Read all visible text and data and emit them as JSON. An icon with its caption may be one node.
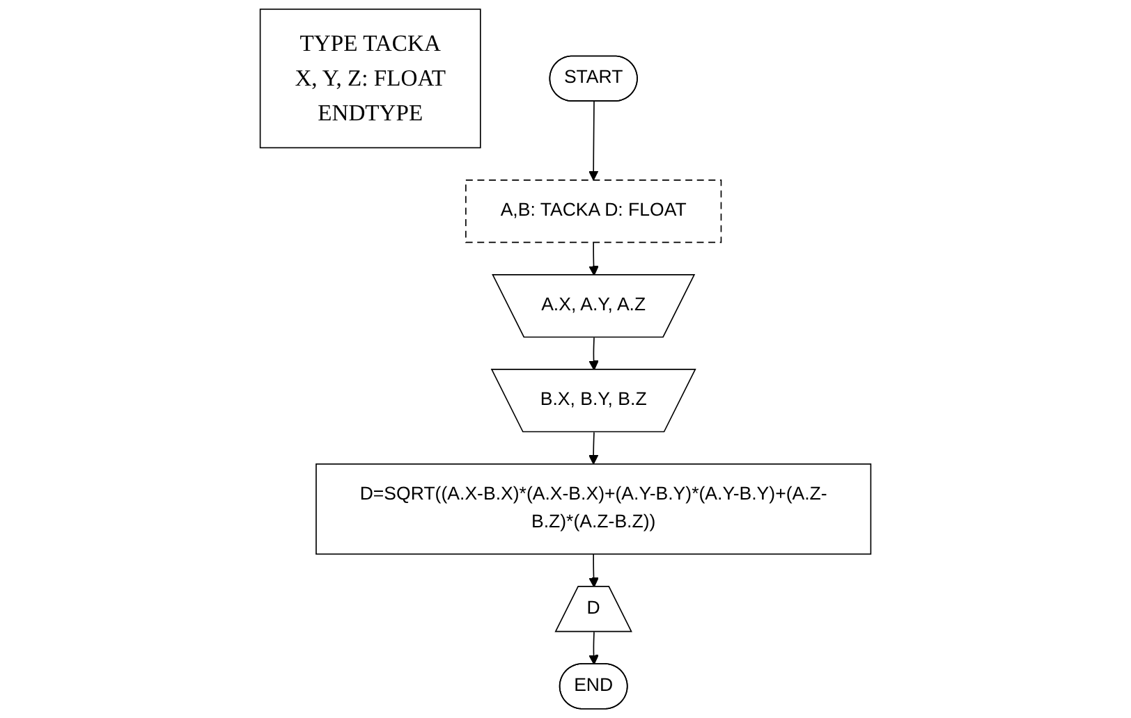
{
  "diagram": {
    "nodes": [
      {
        "text": [
          "TYPE TACKA",
          "X, Y, Z: FLOAT",
          "ENDTYPE"
        ]
      },
      {
        "text": [
          "START"
        ]
      },
      {
        "text": [
          "A,B: TACKA D: FLOAT"
        ]
      },
      {
        "text": [
          "A.X, A.Y, A.Z"
        ]
      },
      {
        "text": [
          "B.X, B.Y, B.Z"
        ]
      },
      {
        "text": [
          "D=SQRT((A.X-B.X)*(A.X-B.X)+(A.Y-B.Y)*(A.Y-B.Y)+(A.Z-B.Z)*(A.Z-B.Z))"
        ]
      },
      {
        "text": [
          "D"
        ]
      },
      {
        "text": [
          "END"
        ]
      }
    ],
    "edges": [
      {
        "from": 1,
        "to": 2,
        "arrow": "to"
      },
      {
        "from": 2,
        "to": 3,
        "arrow": "to"
      },
      {
        "from": 3,
        "to": 4,
        "arrow": "to"
      },
      {
        "from": 4,
        "to": 5,
        "arrow": "to"
      },
      {
        "from": 5,
        "to": 6,
        "arrow": "to"
      },
      {
        "from": 6,
        "to": 7,
        "arrow": "to"
      }
    ]
  }
}
